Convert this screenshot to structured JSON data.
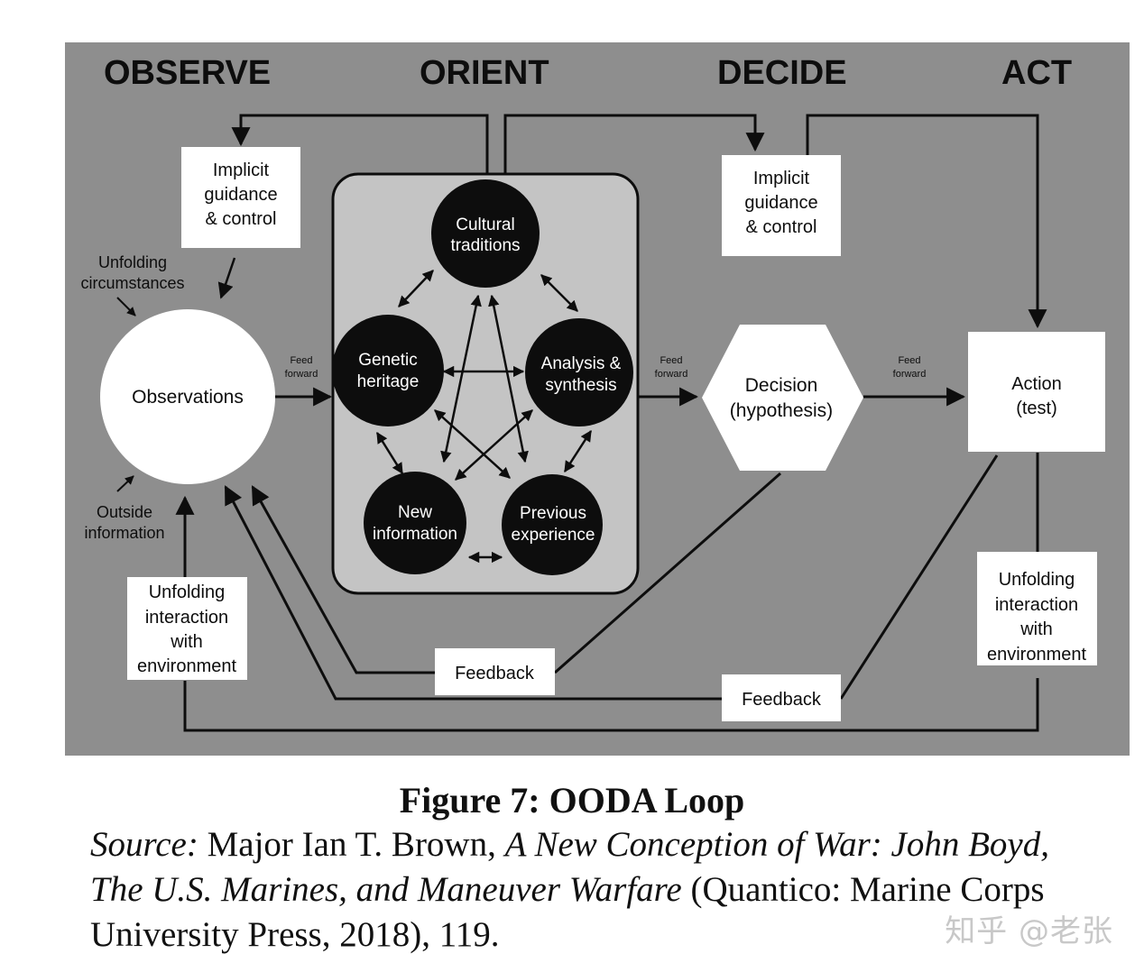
{
  "phases": {
    "observe": "OBSERVE",
    "orient": "ORIENT",
    "decide": "DECIDE",
    "act": "ACT"
  },
  "boxes": {
    "implicit_left": [
      "Implicit",
      "guidance",
      "& control"
    ],
    "implicit_right": [
      "Implicit",
      "guidance",
      "& control"
    ],
    "unfolding_left": [
      "Unfolding",
      "interaction",
      "with",
      "environment"
    ],
    "unfolding_right": [
      "Unfolding",
      "interaction",
      "with",
      "environment"
    ],
    "feedback_upper": "Feedback",
    "feedback_lower": "Feedback",
    "action": [
      "Action",
      "(test)"
    ]
  },
  "labels": {
    "unfolding_circumstances": [
      "Unfolding",
      "circumstances"
    ],
    "outside_information": [
      "Outside",
      "information"
    ],
    "feed_forward": [
      "Feed",
      "forward"
    ]
  },
  "observations": "Observations",
  "decision": [
    "Decision",
    "(hypothesis)"
  ],
  "orient_nodes": {
    "cultural": [
      "Cultural",
      "traditions"
    ],
    "genetic": [
      "Genetic",
      "heritage"
    ],
    "analysis": [
      "Analysis &",
      "synthesis"
    ],
    "new_info": [
      "New",
      "information"
    ],
    "previous": [
      "Previous",
      "experience"
    ]
  },
  "caption": {
    "title": "Figure 7: OODA Loop",
    "source_label": "Source:",
    "author": " Major Ian T. Brown, ",
    "book": "A New Conception of War: John Boyd, The U.S. Marines, and Maneuver Warfare",
    "publisher": " (Quantico: Marine Corps University Press, 2018), 119."
  },
  "watermark": "知乎 @老张",
  "colors": {
    "background": "#8e8e8e",
    "orient_panel": "#c4c4c4",
    "node": "#0d0d0d",
    "box": "#ffffff",
    "line": "#0d0d0d"
  }
}
